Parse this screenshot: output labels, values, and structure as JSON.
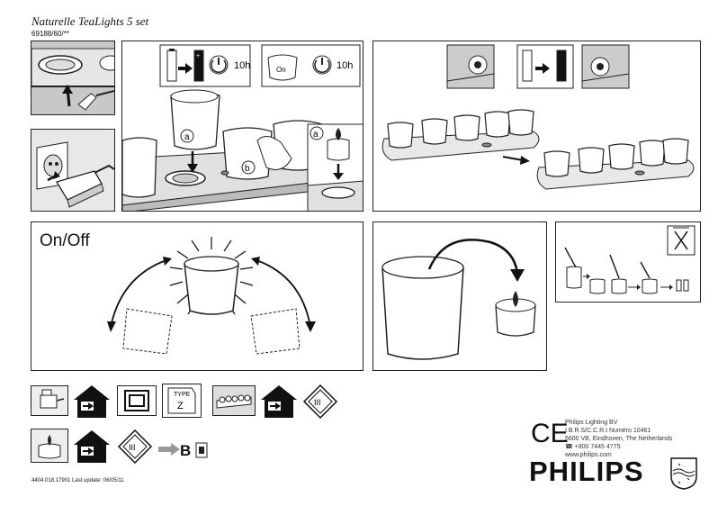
{
  "header": {
    "title": "Naturelle TeaLights 5 set",
    "code": "69188/60/**"
  },
  "panels": {
    "step1": {
      "battery_time_1": "10h",
      "battery_time_2": "10h",
      "on_label": "On",
      "label_a1": "a",
      "label_b": "b",
      "label_a2": "a"
    },
    "onoff": {
      "title": "On/Off"
    }
  },
  "bottom_icons": {
    "type_label": "TYPE",
    "type_letter": "Z",
    "class_label_1": "III",
    "class_label_2": "III",
    "b_label": "B"
  },
  "company": {
    "ce_mark": "CE",
    "address_lines": [
      "Philips Lighting BV",
      "I.B.R.S/C.C.R.I Numéro 10461",
      "5600 VB, Eindhoven, The Netherlands",
      "☎ +800 7445 4775",
      "www.philips.com"
    ],
    "brand": "PHILIPS"
  },
  "footer": {
    "doc_ref": "4404.018.17901 Last update: 06/05/11"
  }
}
